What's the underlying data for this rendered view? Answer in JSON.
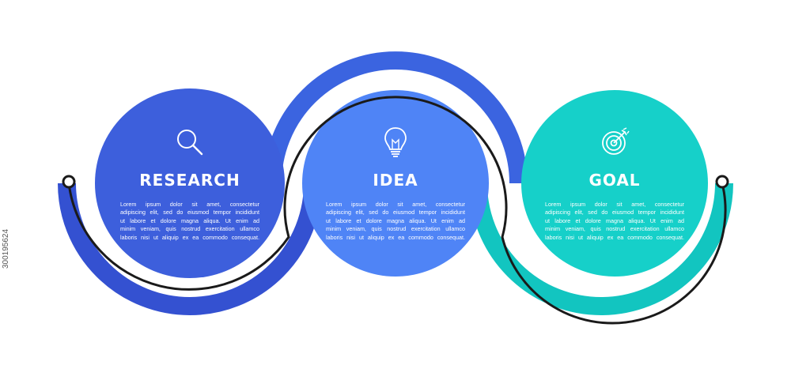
{
  "colors": {
    "research_ring": "#3451d1",
    "research_fill": "#3d5fdc",
    "idea_ring": "#3b64e0",
    "idea_fill": "#4f84f6",
    "goal_ring": "#12c5c0",
    "goal_fill": "#16d0c9",
    "connector": "#1a1a1a"
  },
  "steps": [
    {
      "id": "research",
      "title": "RESEARCH",
      "icon": "magnifier-icon",
      "body": [
        "Lorem ipsum dolor sit amet, consectetur",
        "adipiscing elit, sed do eiusmod tempor incididunt",
        "ut labore et dolore magna aliqua. Ut enim ad",
        "minim veniam, quis nostrud exercitation ullamco",
        "laboris nisi ut aliquip ex ea commodo consequat."
      ]
    },
    {
      "id": "idea",
      "title": "IDEA",
      "icon": "lightbulb-icon",
      "body": [
        "Lorem ipsum dolor sit amet, consectetur",
        "adipiscing elit, sed do eiusmod tempor incididunt",
        "ut labore et dolore magna aliqua. Ut enim ad",
        "minim veniam, quis nostrud exercitation ullamco",
        "laboris nisi ut aliquip ex ea commodo consequat."
      ]
    },
    {
      "id": "goal",
      "title": "GOAL",
      "icon": "target-icon",
      "body": [
        "Lorem ipsum dolor sit amet, consectetur",
        "adipiscing elit, sed do eiusmod tempor incididunt",
        "ut labore et dolore magna aliqua. Ut enim ad",
        "minim veniam, quis nostrud exercitation ullamco",
        "laboris nisi ut aliquip ex ea commodo consequat."
      ]
    }
  ],
  "watermark": "300195624"
}
